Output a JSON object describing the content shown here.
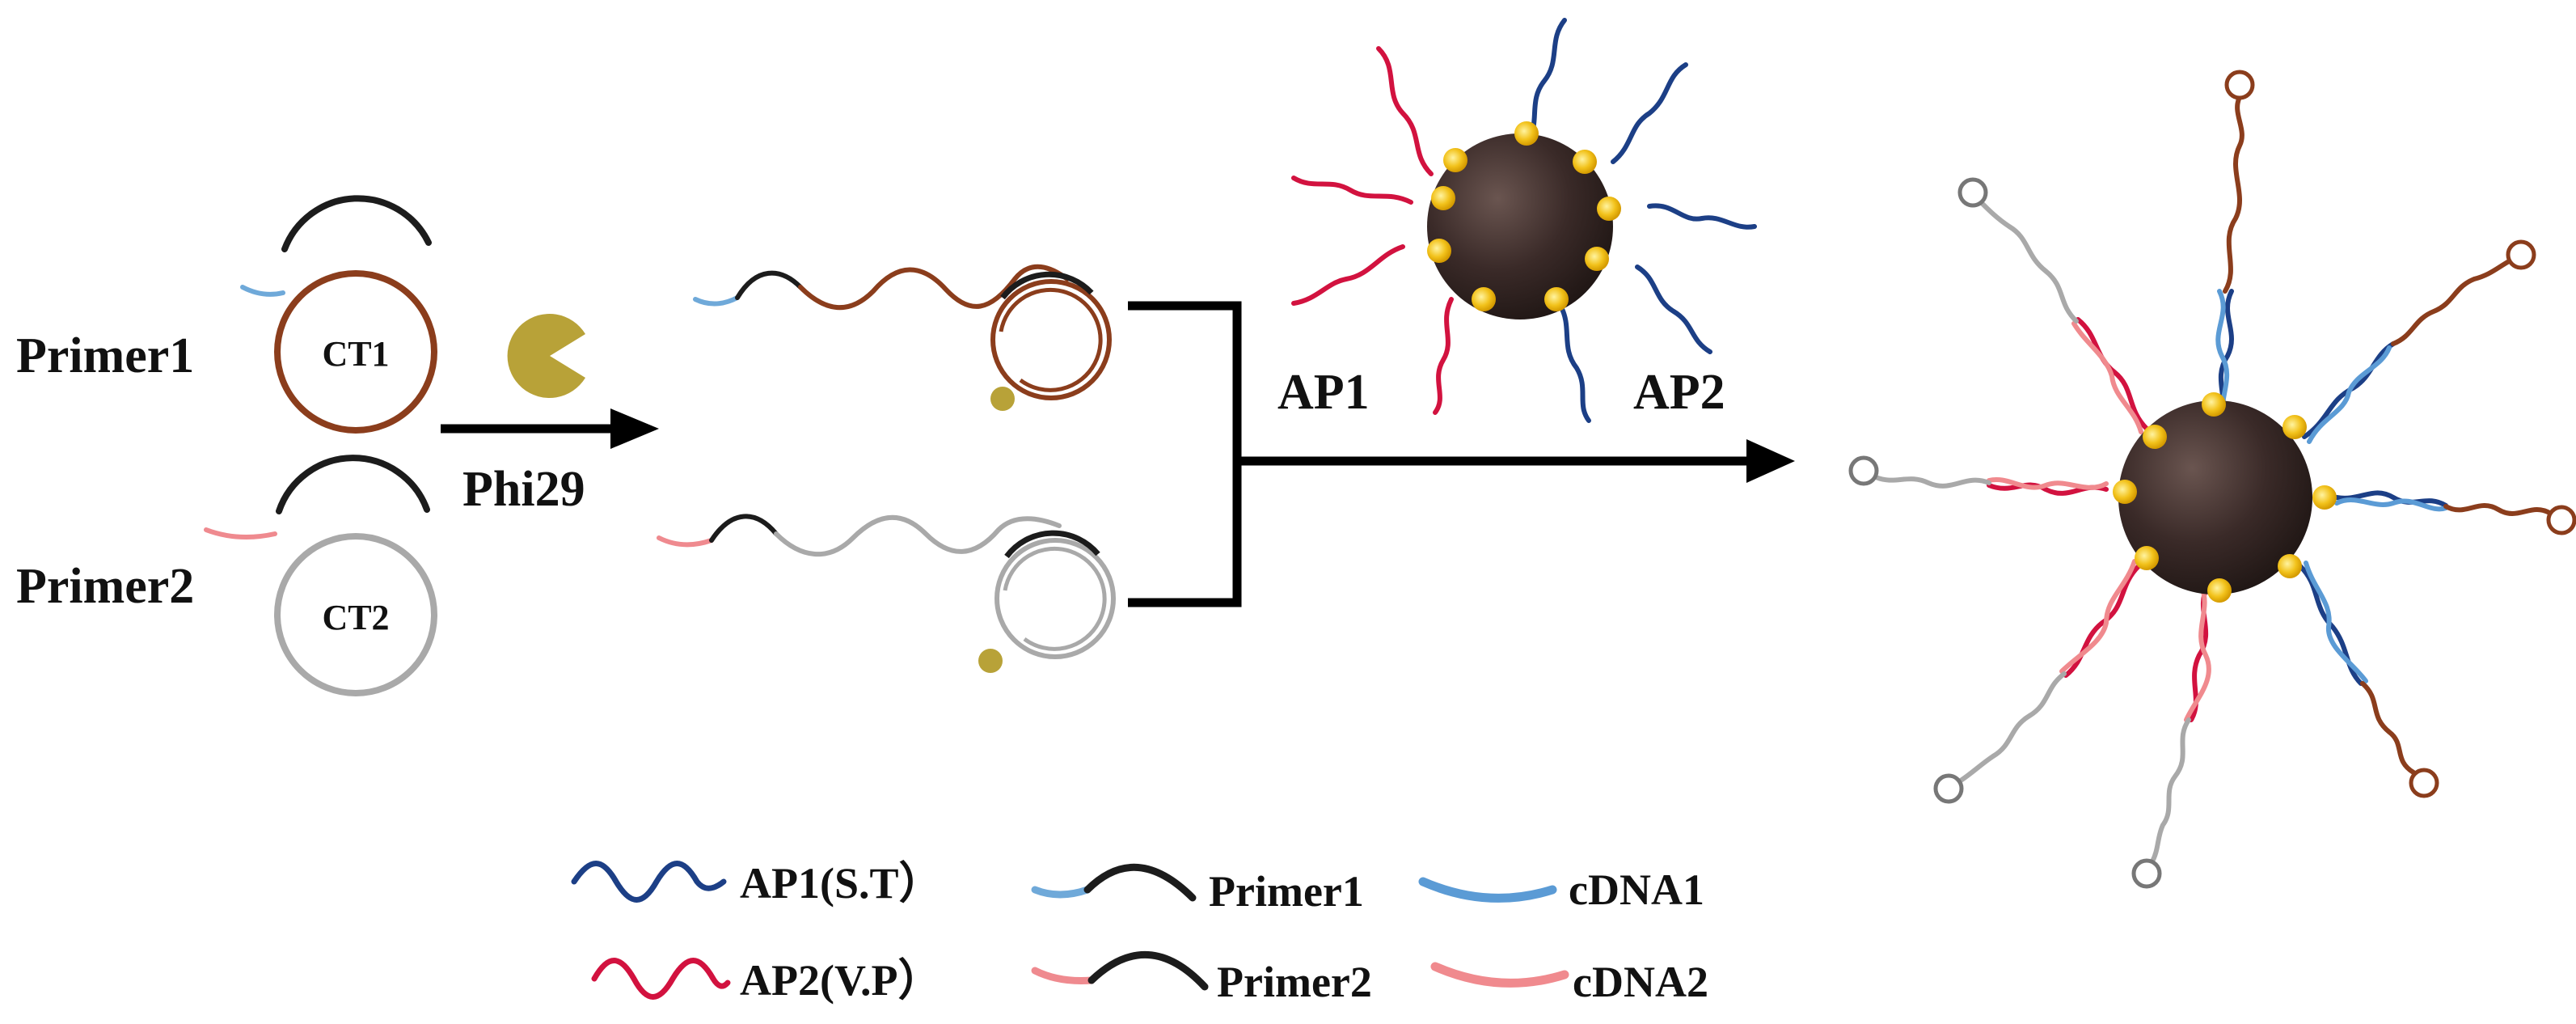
{
  "labels": {
    "primer1": "Primer1",
    "primer2": "Primer2",
    "ct1": "CT1",
    "ct2": "CT2",
    "phi29": "Phi29",
    "ap1": "AP1",
    "ap2": "AP2"
  },
  "legend": {
    "ap1": "AP1(S.T）",
    "ap2": "AP2(V.P）",
    "primer1": "Primer1",
    "primer2": "Primer2",
    "cdna1": "cDNA1",
    "cdna2": "cDNA2"
  },
  "colors": {
    "ap1_strand": "#1c3f86",
    "ap2_strand": "#d2123f",
    "primer1_tip": "#6fa9d9",
    "primer2_tip": "#ef8a8f",
    "cdna1": "#5b9bd5",
    "cdna2": "#f08a8e",
    "template1": "#8b3d1c",
    "template2": "#a9a9a9",
    "primer_body": "#1c1c1c",
    "polymerase": "#b8a238",
    "nanoparticle": "#3a2a28",
    "anchor": "#f2c21b"
  },
  "icons": {
    "polymerase": "pacman-enzyme-icon",
    "nanoparticle": "nanoparticle-icon"
  }
}
